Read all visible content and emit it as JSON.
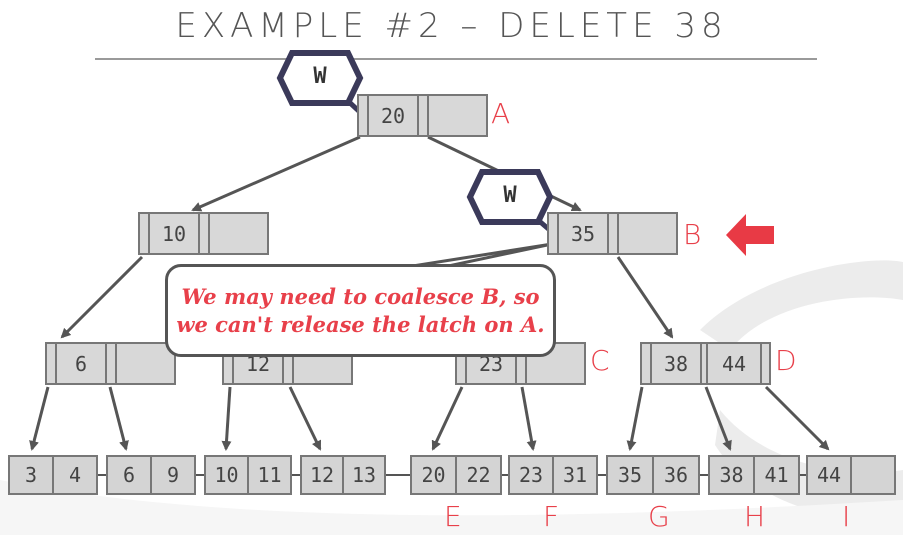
{
  "title": "EXAMPLE #2 – DELETE 38",
  "latches": [
    {
      "mode": "W"
    },
    {
      "mode": "W"
    }
  ],
  "internal_nodes": [
    {
      "keys": [
        "20",
        ""
      ],
      "label": "A"
    },
    {
      "keys": [
        "10",
        ""
      ],
      "label": ""
    },
    {
      "keys": [
        "35",
        ""
      ],
      "label": "B"
    },
    {
      "keys": [
        "6",
        ""
      ],
      "label": ""
    },
    {
      "keys": [
        "12",
        ""
      ],
      "label": ""
    },
    {
      "keys": [
        "23",
        ""
      ],
      "label": "C"
    },
    {
      "keys": [
        "38",
        "44"
      ],
      "label": "D"
    }
  ],
  "leaves": [
    {
      "keys": [
        "3",
        "4"
      ],
      "label": ""
    },
    {
      "keys": [
        "6",
        "9"
      ],
      "label": ""
    },
    {
      "keys": [
        "10",
        "11"
      ],
      "label": ""
    },
    {
      "keys": [
        "12",
        "13"
      ],
      "label": ""
    },
    {
      "keys": [
        "20",
        "22"
      ],
      "label": "E"
    },
    {
      "keys": [
        "23",
        "31"
      ],
      "label": "F"
    },
    {
      "keys": [
        "35",
        "36"
      ],
      "label": "G"
    },
    {
      "keys": [
        "38",
        "41"
      ],
      "label": "H"
    },
    {
      "keys": [
        "44",
        ""
      ],
      "label": "I"
    }
  ],
  "callout": {
    "line1": "We may need to coalesce B, so",
    "line2": "we can't release the latch on A."
  },
  "colors": {
    "accent": "#e8404a",
    "latch_border": "#3b3a5a",
    "node_fill": "#d8d8d8"
  },
  "icons": [
    "lock-icon",
    "lock-icon",
    "arrow-left-icon"
  ]
}
